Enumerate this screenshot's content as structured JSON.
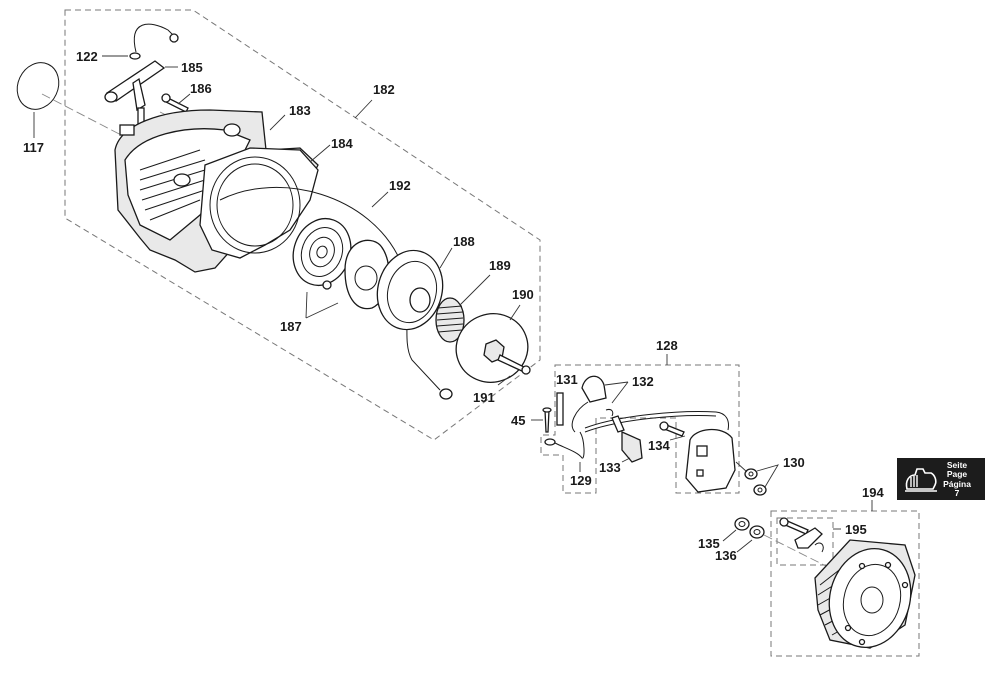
{
  "diagram": {
    "title": "Exploded parts diagram - starter assembly, ignition module and flywheel",
    "groups": [
      {
        "id": "182",
        "description": "Starter assembly group (dashed box)"
      },
      {
        "id": "128",
        "description": "Ignition coil group (dashed box)"
      },
      {
        "id": "194",
        "description": "Flywheel group (dashed box)"
      }
    ],
    "labels": [
      {
        "id": "p117",
        "text": "117"
      },
      {
        "id": "p122",
        "text": "122"
      },
      {
        "id": "p185",
        "text": "185"
      },
      {
        "id": "p186",
        "text": "186"
      },
      {
        "id": "p182",
        "text": "182"
      },
      {
        "id": "p183",
        "text": "183"
      },
      {
        "id": "p184",
        "text": "184"
      },
      {
        "id": "p192",
        "text": "192"
      },
      {
        "id": "p188",
        "text": "188"
      },
      {
        "id": "p189",
        "text": "189"
      },
      {
        "id": "p190",
        "text": "190"
      },
      {
        "id": "p187",
        "text": "187"
      },
      {
        "id": "p191",
        "text": "191"
      },
      {
        "id": "p128",
        "text": "128"
      },
      {
        "id": "p131",
        "text": "131"
      },
      {
        "id": "p132",
        "text": "132"
      },
      {
        "id": "p45",
        "text": "45"
      },
      {
        "id": "p134",
        "text": "134"
      },
      {
        "id": "p133",
        "text": "133"
      },
      {
        "id": "p129",
        "text": "129"
      },
      {
        "id": "p130",
        "text": "130"
      },
      {
        "id": "p194",
        "text": "194"
      },
      {
        "id": "p195",
        "text": "195"
      },
      {
        "id": "p135",
        "text": "135"
      },
      {
        "id": "p136",
        "text": "136"
      }
    ]
  },
  "page_reference": {
    "icon": "engine-block-icon",
    "lines": [
      "Seite",
      "Page",
      "Página",
      "7"
    ]
  }
}
